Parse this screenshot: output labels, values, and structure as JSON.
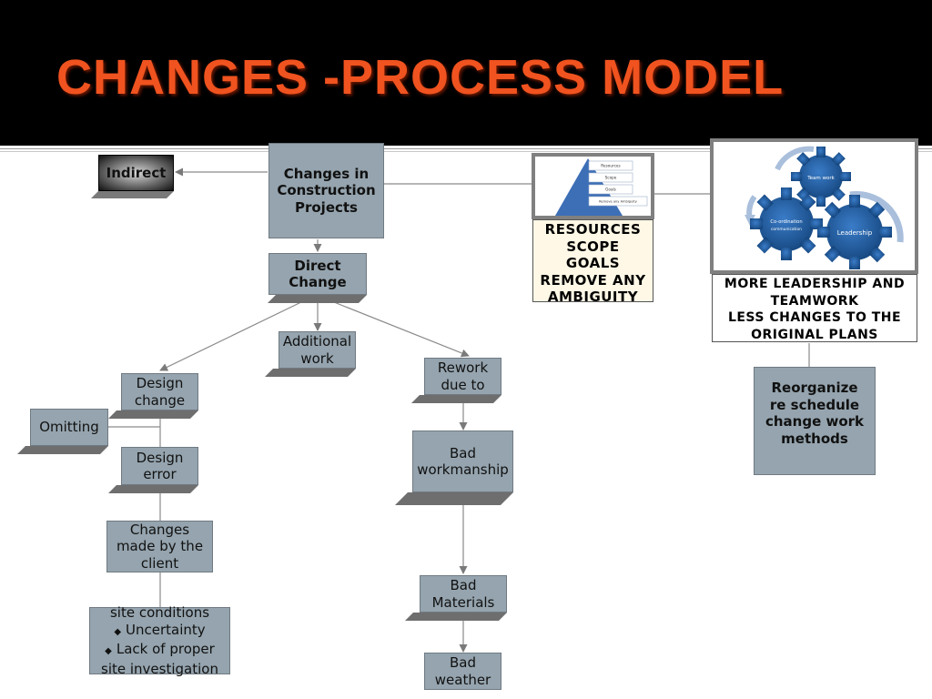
{
  "title": "CHANGES -PROCESS MODEL",
  "nodes": {
    "indirect": "Indirect",
    "changes_in_construction": [
      "Changes in",
      "Construction",
      "Projects"
    ],
    "direct_change": [
      "Direct",
      "Change"
    ],
    "additional_work": [
      "Additional",
      "work"
    ],
    "rework_due_to": [
      "Rework",
      "due to"
    ],
    "design_change": [
      "Design",
      "change"
    ],
    "omitting": "Omitting",
    "design_error": [
      "Design",
      "error"
    ],
    "changes_by_client": [
      "Changes",
      "made by the",
      "client"
    ],
    "site_conditions": {
      "heading": "site conditions",
      "bullets": [
        "Uncertainty",
        "Lack of proper"
      ],
      "tail": "site investigation"
    },
    "bad_workmanship": [
      "Bad",
      "workmanship"
    ],
    "bad_materials": [
      "Bad",
      "Materials"
    ],
    "bad_weather": [
      "Bad",
      "weather"
    ],
    "reorganize": [
      "Reorganize",
      "re schedule",
      "change work",
      "methods"
    ]
  },
  "pyramid_figure": {
    "levels": [
      "Resources",
      "Scope",
      "Goals",
      "Remove any Ambiguity"
    ],
    "caption": [
      "RESOURCES",
      "SCOPE",
      "GOALS",
      "REMOVE ANY",
      "AMBIGUITY"
    ]
  },
  "gears_figure": {
    "gears": [
      "Team work",
      "Co-ordination",
      "communication",
      "Leadership"
    ],
    "caption": [
      "MORE LEADERSHIP AND",
      "TEAMWORK",
      "LESS CHANGES TO THE",
      "ORIGINAL PLANS"
    ]
  },
  "colors": {
    "title": "#f0531f",
    "header_bg": "#000000",
    "node_fill": "#95a4ae",
    "gear_fill": "#1f5fa8",
    "pyramid_fill": "#3d6fb6",
    "caption_cream": "#fff8e6"
  }
}
